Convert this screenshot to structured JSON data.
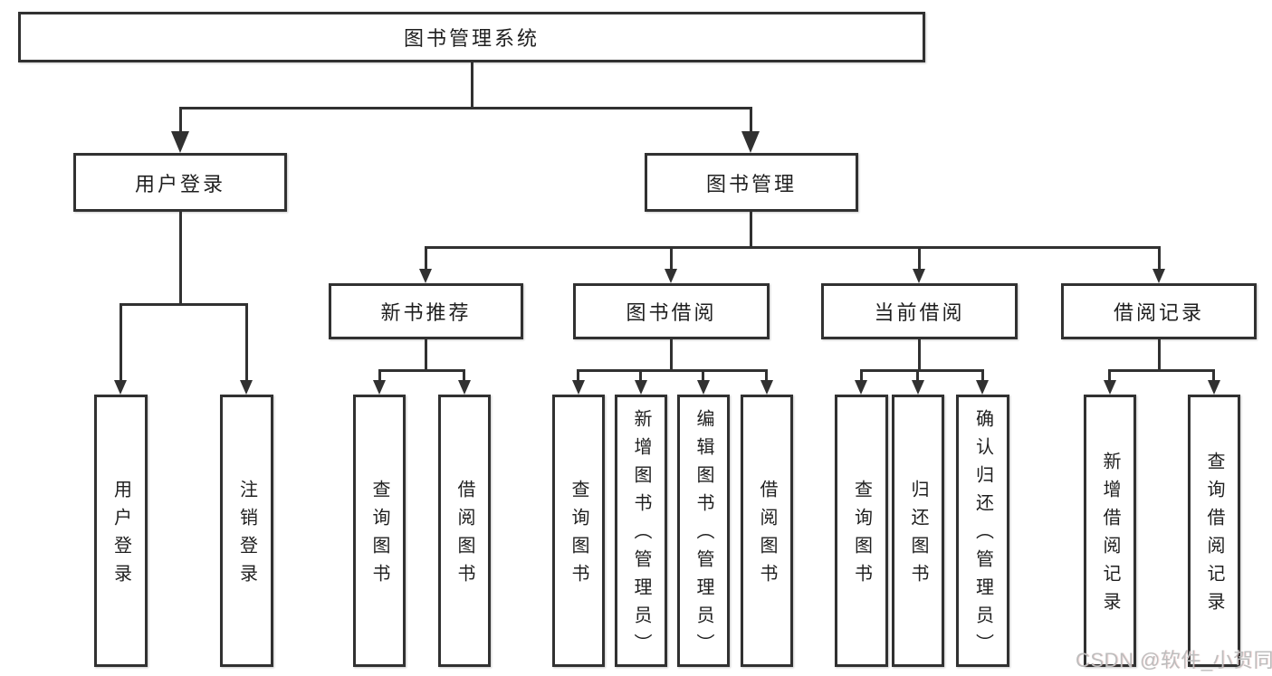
{
  "diagram": {
    "title": "图书管理系统",
    "watermark": "CSDN @软件_小贺同学",
    "colors": {
      "line": "#313131",
      "box_bg": "#ffffff",
      "text": "#1f1f1f",
      "watermark": "#bdbdbd"
    },
    "nodes": {
      "user_login": {
        "label": "用户登录",
        "children": {
          "login": "用户登录",
          "logout": "注销登录"
        }
      },
      "book_mgmt": {
        "label": "图书管理",
        "sections": {
          "new_book_rec": {
            "label": "新书推荐",
            "children": {
              "query_book": "查询图书",
              "borrow_book": "借阅图书"
            }
          },
          "book_borrow": {
            "label": "图书借阅",
            "children": {
              "query_book": "查询图书",
              "add_book": "新增图书（管理员）",
              "edit_book": "编辑图书（管理员）",
              "borrow_book": "借阅图书"
            }
          },
          "current_borrow": {
            "label": "当前借阅",
            "children": {
              "query_book": "查询图书",
              "return_book": "归还图书",
              "confirm_return": "确认归还（管理员）"
            }
          },
          "borrow_records": {
            "label": "借阅记录",
            "children": {
              "add_record": "新增借阅记录",
              "query_record": "查询借阅记录"
            }
          }
        }
      }
    }
  }
}
